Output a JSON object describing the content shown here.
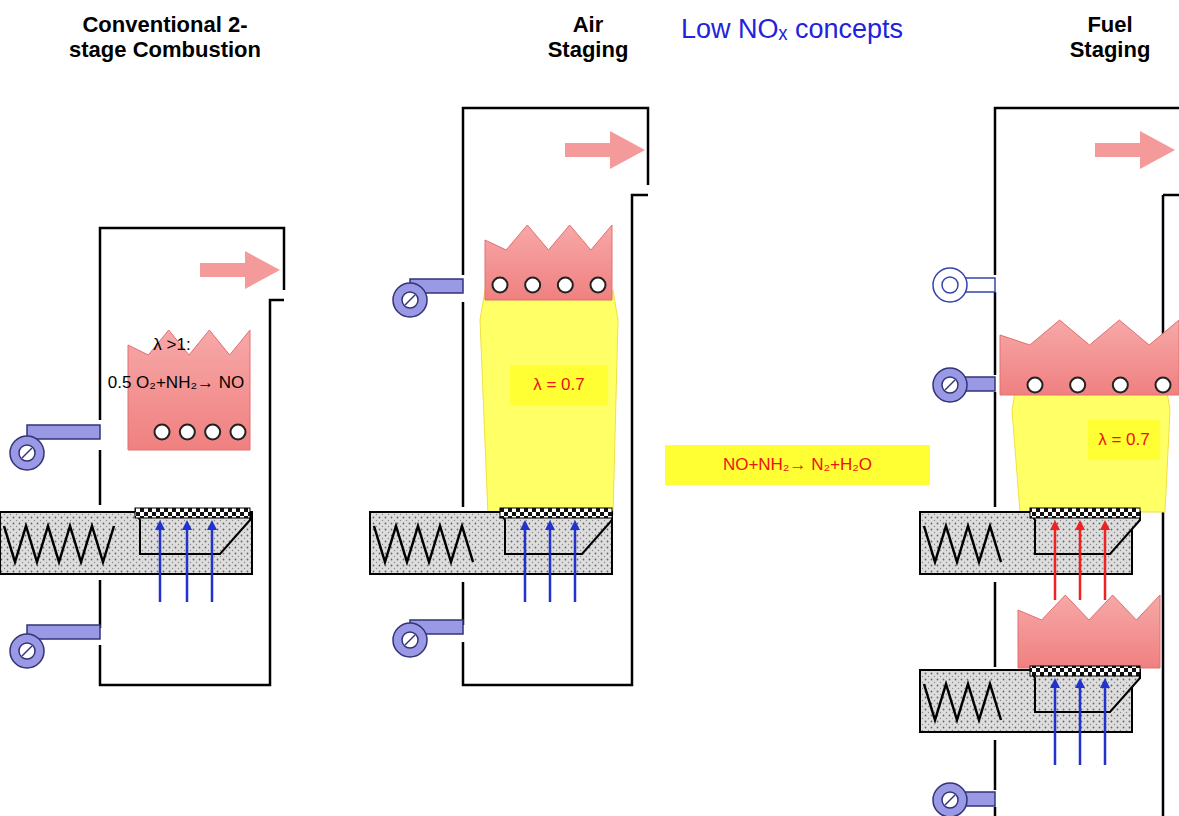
{
  "diagram": {
    "title": "Low NOₓ concepts",
    "nodes": [
      {
        "text": [
          "λ = 0.7"
        ]
      },
      {
        "text": [
          "NO+NH₂→ N₂+H₂O"
        ]
      },
      {
        "text": [
          "λ = 0.7"
        ]
      }
    ],
    "labels": [
      "Conventional 2-stage Combustion",
      "Air Staging",
      "Fuel Staging",
      "λ >1:",
      "0.5 O₂+NH₂→ NO"
    ]
  }
}
